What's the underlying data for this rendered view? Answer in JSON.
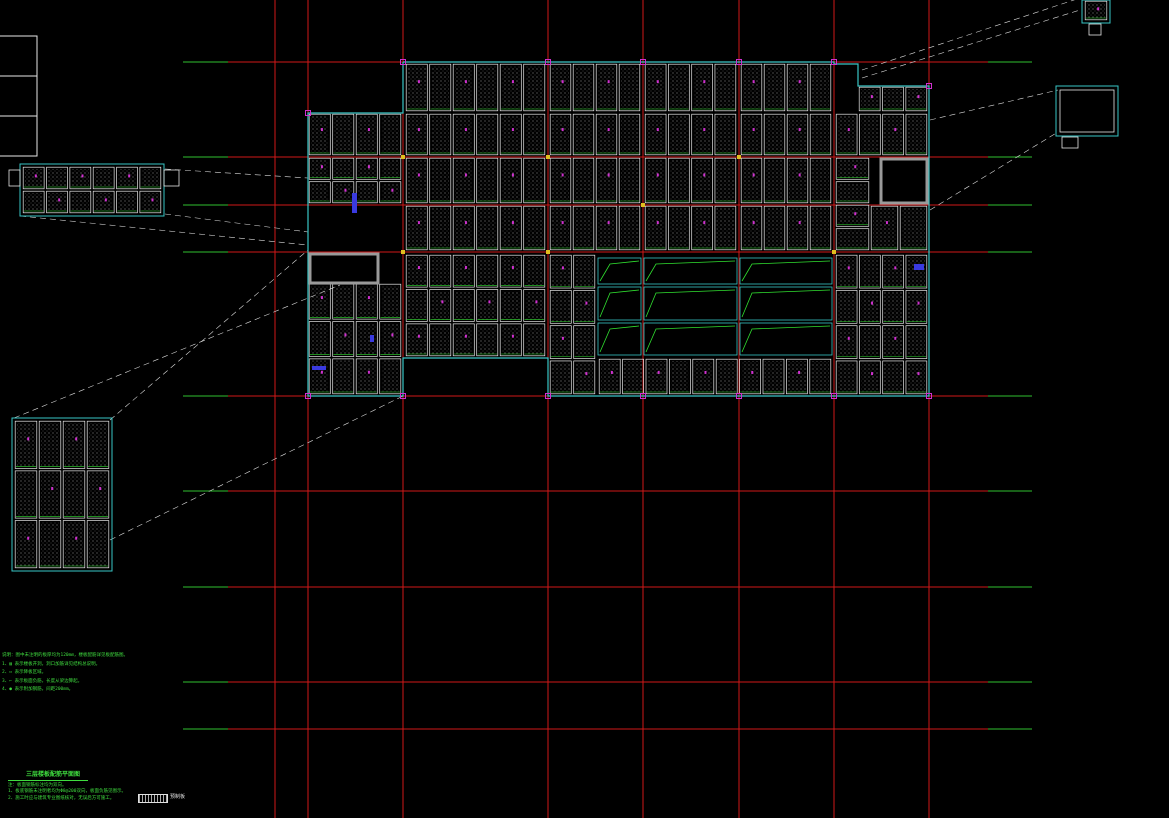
{
  "drawing": {
    "colors": {
      "background": "#000000",
      "grid_red": "#d01818",
      "grid_green": "#2fbf2f",
      "slab_outline": "#39c6c6",
      "panel": "#e8e8e8",
      "magenta": "#d030d0",
      "green_bar": "#30e030",
      "blue": "#3a3ae0",
      "yellow": "#e0c020",
      "leader_white": "#dddddd"
    },
    "notes": [
      "说明：图中未注明的板厚均为120mm，楼板配筋详见板配筋图。",
      "1、▨ 表示楼板开洞，洞口加筋详见结构总说明。",
      "2、▭ 表示降板区域。",
      "3、⌐ 表示板面负筋，长度从梁边算起。",
      "4、● 表示附加钢筋，间距200mm。"
    ],
    "title_block": {
      "title": "三层楼板配筋平面图",
      "lines": [
        "注：板面钢筋标注均为双向。",
        "1、板底钢筋未注明者均为Φ8@200双向，板面负筋见图示。",
        "2、施工时应与建筑专业图纸核对，无误后方可施工。"
      ]
    },
    "legend": {
      "hatch_label": "预制板"
    }
  }
}
